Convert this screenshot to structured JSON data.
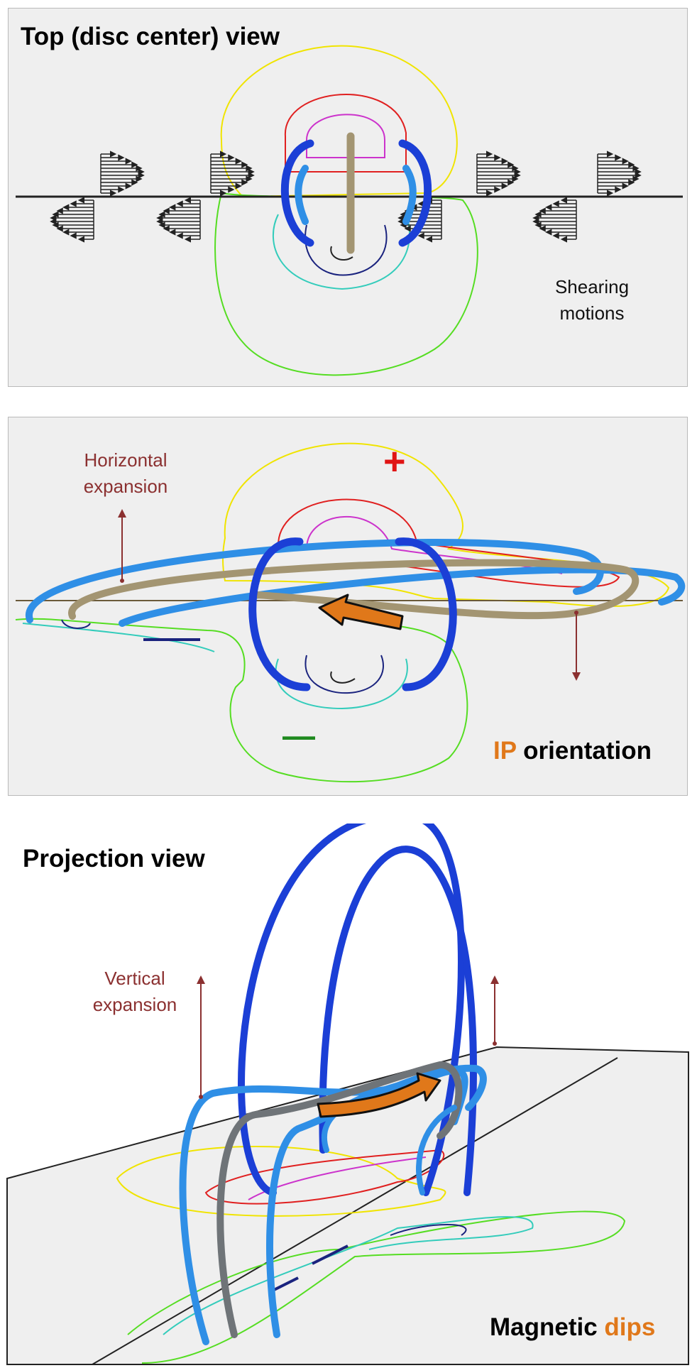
{
  "panels": {
    "top": {
      "title": "Top (disc center) view",
      "caption_line1": "Shearing",
      "caption_line2": "motions"
    },
    "middle": {
      "caption_line1": "Horizontal",
      "caption_line2": "expansion",
      "plus_sign": "+",
      "minus_sign": "—",
      "orientation_prefix": "IP",
      "orientation_suffix": " orientation"
    },
    "projection": {
      "title": "Projection view",
      "caption_line1": "Vertical",
      "caption_line2": "expansion",
      "dips_prefix": "Magnetic ",
      "dips_suffix": "dips"
    }
  },
  "colors": {
    "panel_background": "#efefef",
    "loop_dark_blue": "#1b3fd6",
    "loop_light_blue": "#2f8fe6",
    "filament_tan": "#a39572",
    "filament_gray": "#6f7478",
    "arrow_orange": "#e0781a",
    "expansion_arrow": "#8b3030",
    "plus_red": "#e01414",
    "minus_green": "#1f8a1f",
    "contour_yellow": "#f0e400",
    "contour_red": "#e02020",
    "contour_magenta": "#cc33cc",
    "contour_green": "#55dd22",
    "contour_cyan": "#33ccbb",
    "contour_navy": "#1a237e"
  },
  "icons": {
    "orientation_arrow": "orange-arrow-icon",
    "expansion_arrows": "up-down-arrow-icon",
    "shear_vectors": "shear-arrow-field-icon"
  }
}
